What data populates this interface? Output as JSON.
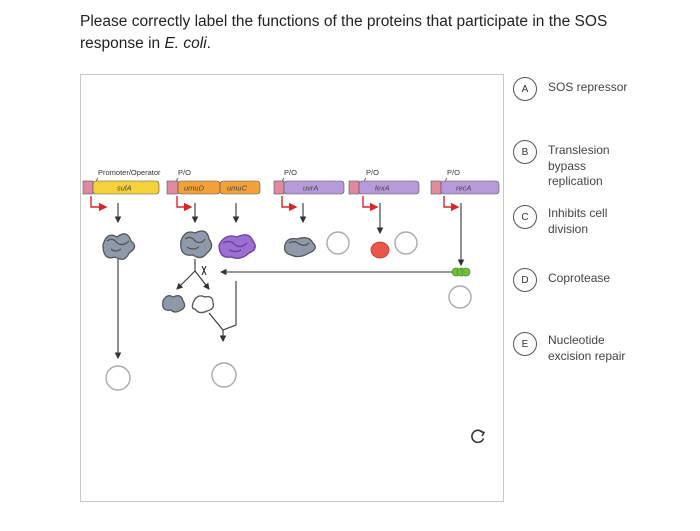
{
  "question": {
    "text_before": "Please correctly label the functions of the proteins that participate in the SOS response in ",
    "organism": "E. coli",
    "text_after": "."
  },
  "diagram": {
    "promoter_label": "Promoter/Operator",
    "po_label": "P/O",
    "genes": [
      "sulA",
      "umuD",
      "umuC",
      "uvrA",
      "lexA",
      "recA"
    ],
    "colors": {
      "yellow_gene": "#f4d23a",
      "orange_gene": "#f3a23a",
      "purple_gene": "#b79ad9",
      "pink_gene": "#e08aa0",
      "promoter_arrow": "#d9262b",
      "lexA_protein": "#e9574a",
      "recA_protein": "#6fbf3a",
      "arrow": "#333333"
    },
    "icons": [
      "reset-icon"
    ]
  },
  "answers": [
    {
      "letter": "A",
      "text": "SOS repressor"
    },
    {
      "letter": "B",
      "text": "Translesion bypass replication"
    },
    {
      "letter": "C",
      "text": "Inhibits cell division"
    },
    {
      "letter": "D",
      "text": "Coprotease"
    },
    {
      "letter": "E",
      "text": "Nucleotide excision repair"
    }
  ]
}
